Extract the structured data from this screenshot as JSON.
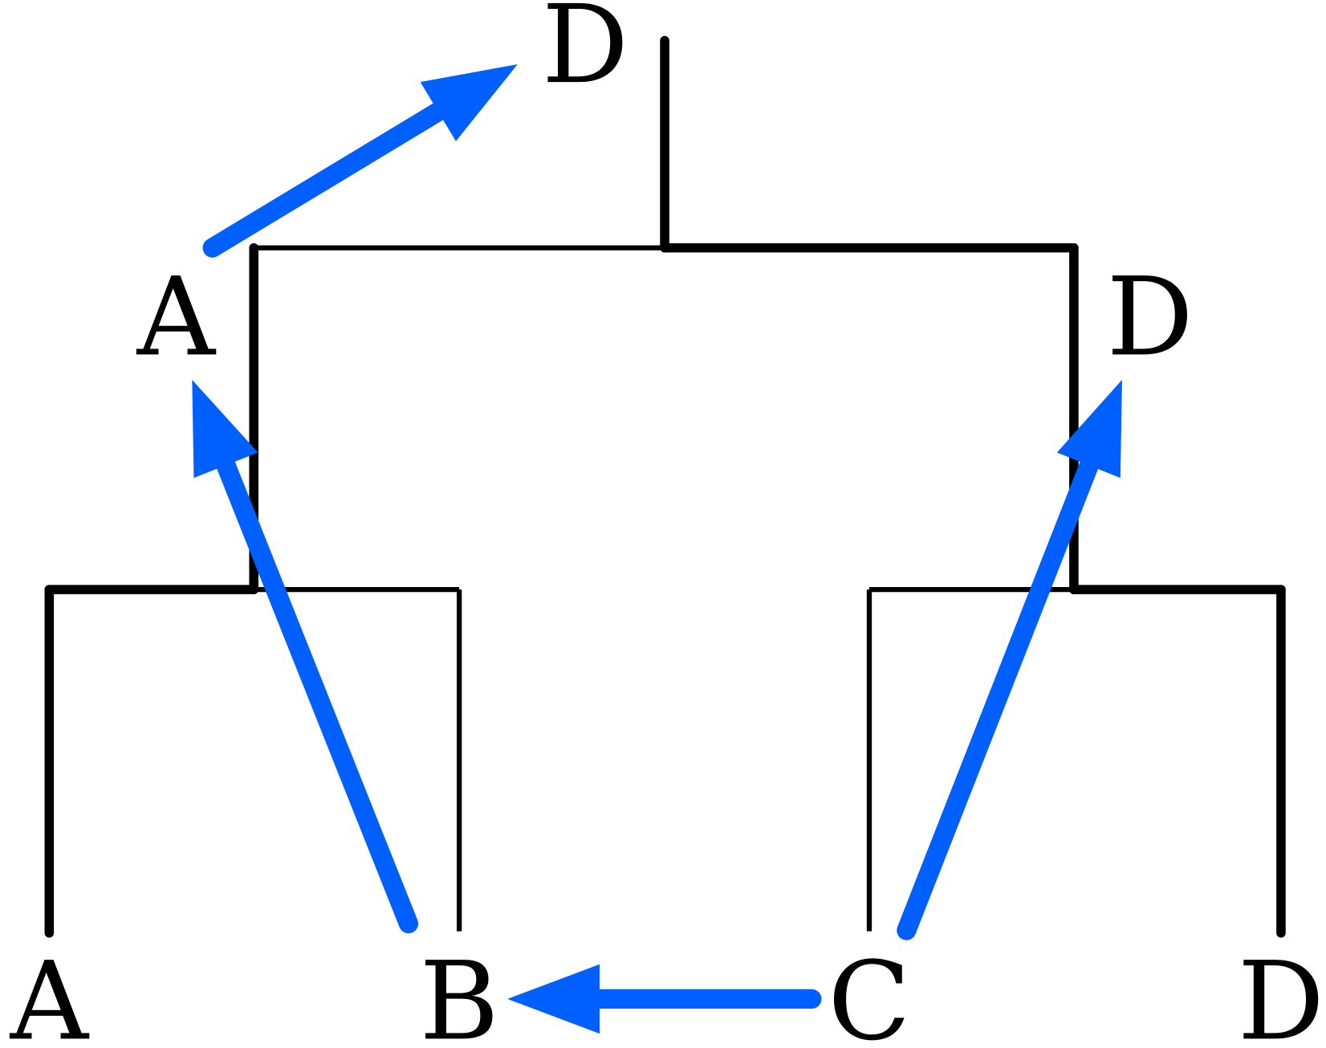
{
  "diagram": {
    "leaf_labels": [
      "A",
      "B",
      "C",
      "D"
    ],
    "internal_left_label": "A",
    "internal_right_label": "D",
    "root_label": "D",
    "arrow_color": "#0060FF",
    "edge_color": "#000000"
  }
}
